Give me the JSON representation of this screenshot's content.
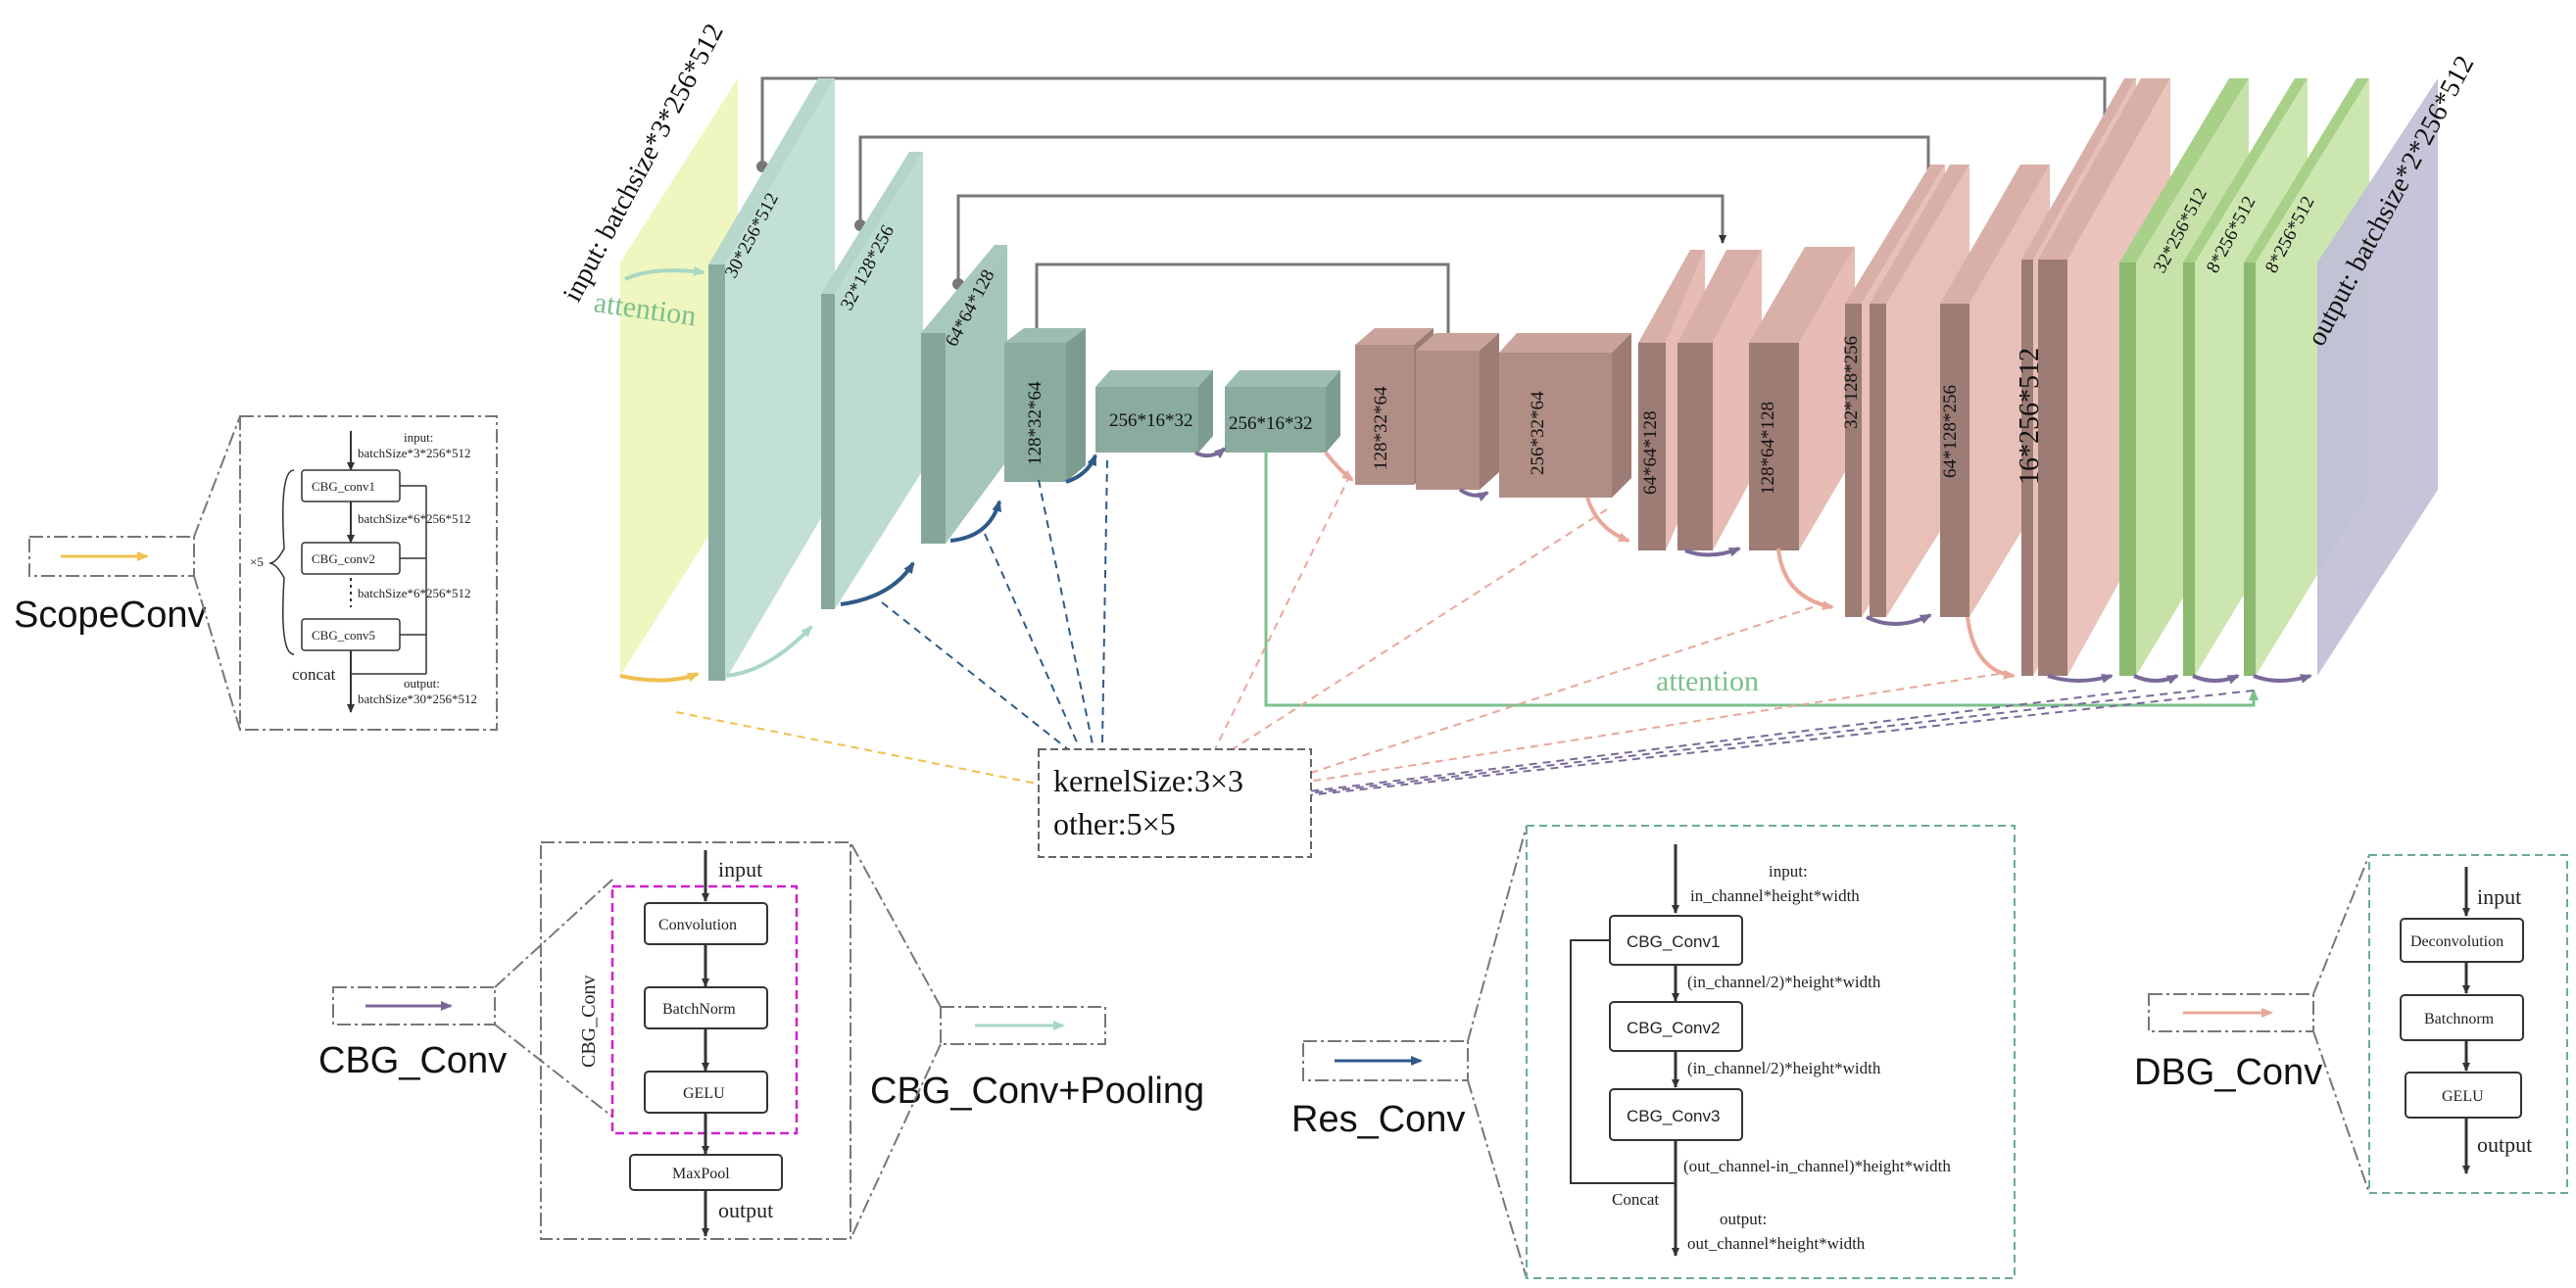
{
  "network": {
    "input_label": "input: batchsize*3*256*512",
    "output_label": "output: batchsize*2*256*512",
    "attention_label": "attention",
    "attention_label_2": "attention",
    "kernel_label": "kernelSize:3×3",
    "other_label": "other:5×5",
    "blocks": [
      "30*256*512",
      "32*128*256",
      "64*64*128",
      "128*32*64",
      "256*16*32",
      "256*16*32",
      "128*32*64",
      "256*32*64",
      "64*64*128",
      "128*64*128",
      "32*128*256",
      "64*128*256",
      "16*256*512",
      "32*256*512",
      "8*256*512",
      "8*256*512"
    ]
  },
  "legend": {
    "scopeconv": "ScopeConv",
    "cbg_conv": "CBG_Conv",
    "cbg_conv_pooling": "CBG_Conv+Pooling",
    "res_conv": "Res_Conv",
    "dbg_conv": "DBG_Conv"
  },
  "scopeconv_detail": {
    "input_line1": "input:",
    "input_line2": "batchSize*3*256*512",
    "conv1": "CBG_conv1",
    "conv2": "CBG_conv2",
    "conv5": "CBG_conv5",
    "mid1": "batchSize*6*256*512",
    "mid2": "batchSize*6*256*512",
    "times": "×5",
    "concat": "concat",
    "output_line1": "output:",
    "output_line2": "batchSize*30*256*512"
  },
  "cbg_detail": {
    "input": "input",
    "group_label": "CBG_Conv",
    "convolution": "Convolution",
    "batchnorm": "BatchNorm",
    "gelu": "GELU",
    "maxpool": "MaxPool",
    "output": "output"
  },
  "res_detail": {
    "input_line1": "input:",
    "input_line2": "in_channel*height*width",
    "conv1": "CBG_Conv1",
    "conv2": "CBG_Conv2",
    "conv3": "CBG_Conv3",
    "mid1": "(in_channel/2)*height*width",
    "mid2": "(in_channel/2)*height*width",
    "mid3": "(out_channel-in_channel)*height*width",
    "concat": "Concat",
    "output_line1": "output:",
    "output_line2": "out_channel*height*width"
  },
  "dbg_detail": {
    "input": "input",
    "deconvolution": "Deconvolution",
    "batchnorm": "Batchnorm",
    "gelu": "GELU",
    "output": "output"
  },
  "colors": {
    "yellow": "#f0c050",
    "purple": "#7a6a9a",
    "mint": "#a8d8c4",
    "blue": "#2f5a88",
    "pink": "#e8a89a",
    "green_attention": "#7cc08c",
    "magenta": "#cc22cc",
    "teal_dash": "#6aaa9c"
  }
}
